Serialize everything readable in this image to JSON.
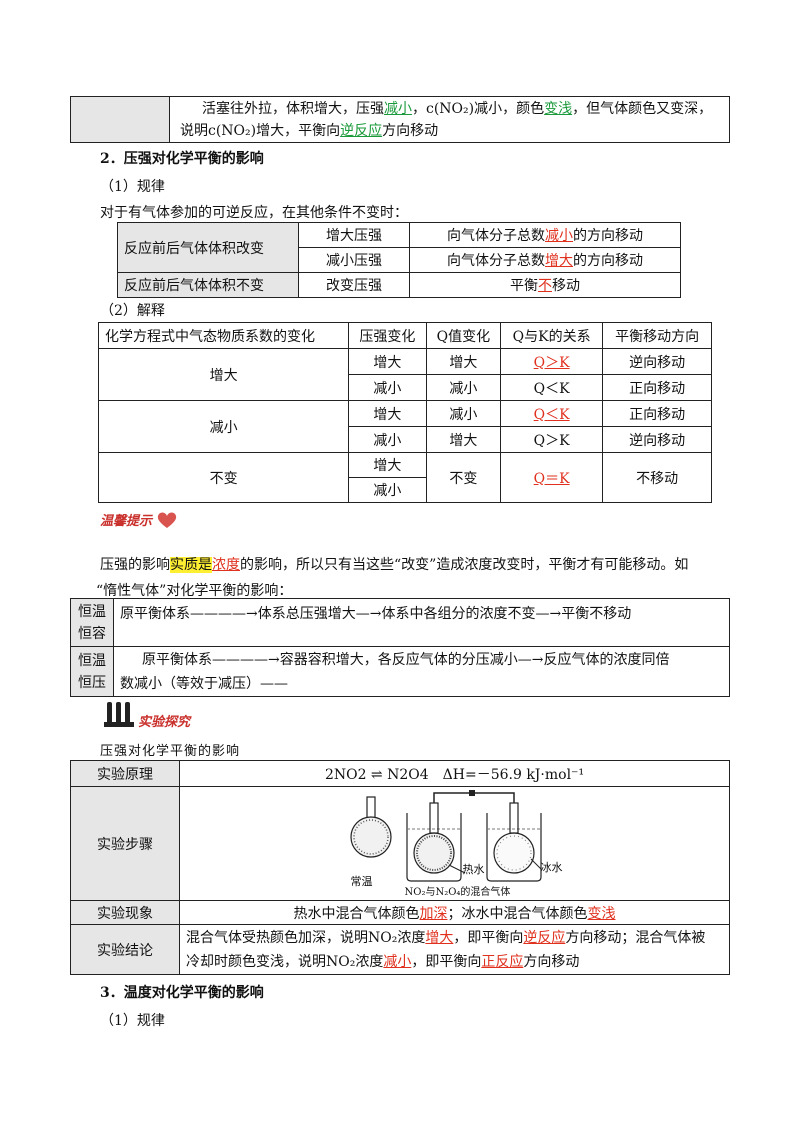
{
  "top_box": {
    "line1_a": "活塞往外拉，体积增大，压强",
    "line1_hl1": "减小",
    "line1_b": "，c(NO₂)减小，颜色",
    "line1_hl2": "变浅",
    "line1_c": "，但气体颜色又变深，",
    "line2_a": "说明c(NO₂)增大，平衡向",
    "line2_hl": "逆反应",
    "line2_b": "方向移动"
  },
  "section2": {
    "title": "2．压强对化学平衡的影响",
    "sub1": "（1）规律",
    "intro": "对于有气体参加的可逆反应，在其他条件不变时：",
    "rule_table": {
      "row1_label": "反应前后气体体积改变",
      "r1_cond": "增大压强",
      "r1_a": "向气体分子总数",
      "r1_hl": "减小",
      "r1_b": "的方向移动",
      "r2_cond": "减小压强",
      "r2_a": "向气体分子总数",
      "r2_hl": "增大",
      "r2_b": "的方向移动",
      "row3_label": "反应前后气体体积不变",
      "r3_cond": "改变压强",
      "r3_a": "平衡",
      "r3_hl": "不",
      "r3_b": "移动"
    },
    "sub2": "（2）解释",
    "explain_table": {
      "headers": [
        "化学方程式中气态物质系数的变化",
        "压强变化",
        "Q值变化",
        "Q与K的关系",
        "平衡移动方向"
      ],
      "groups": [
        {
          "label": "增大",
          "rows": [
            {
              "p": "增大",
              "q": "增大",
              "qk": "Q＞K",
              "qk_hl": true,
              "dir": "逆向移动"
            },
            {
              "p": "减小",
              "q": "减小",
              "qk": "Q＜K",
              "qk_hl": false,
              "dir": "正向移动"
            }
          ]
        },
        {
          "label": "减小",
          "rows": [
            {
              "p": "增大",
              "q": "减小",
              "qk": "Q＜K",
              "qk_hl": true,
              "dir": "正向移动"
            },
            {
              "p": "减小",
              "q": "增大",
              "qk": "Q＞K",
              "qk_hl": false,
              "dir": "逆向移动"
            }
          ]
        },
        {
          "label": "不变",
          "p1": "增大",
          "p2": "减小",
          "q": "不变",
          "qk": "Q＝K",
          "dir": "不移动"
        }
      ]
    }
  },
  "tip": {
    "badge": "温馨提示",
    "p_a": "压强的影响",
    "p_yel": "实质是",
    "p_hl": "浓度",
    "p_b": "的影响，所以只有当这些“改变”造成浓度改变时，平衡才有可能移动。如",
    "p_c": "“惰性气体”对化学平衡的影响：",
    "inert_table": {
      "r1_label_a": "恒温",
      "r1_label_b": "恒容",
      "r1_text": "原平衡体系————→体系总压强增大—→体系中各组分的浓度不变—→平衡不移动",
      "r2_label_a": "恒温",
      "r2_label_b": "恒压",
      "r2_text_a": "原平衡体系————→容器容积增大，各反应气体的分压减小—→反应气体的浓度同倍",
      "r2_text_b": "数减小（等效于减压）——"
    }
  },
  "experiment": {
    "badge": "实验探究",
    "title": "压强对化学平衡的影响",
    "principle_label": "实验原理",
    "principle": "2NO2 ⇌ N2O4　ΔH=－56.9 kJ·mol⁻¹",
    "steps_label": "实验步骤",
    "fig_changwen": "常温",
    "fig_reshui": "热水",
    "fig_bingshui": "冰水",
    "fig_mix": "NO₂与N₂O₄的混合气体",
    "phenom_label": "实验现象",
    "phenom_a": "热水中混合气体颜色",
    "phenom_hl1": "加深",
    "phenom_b": "；冰水中混合气体颜色",
    "phenom_hl2": "变浅",
    "concl_label": "实验结论",
    "concl_l1_a": "混合气体受热颜色加深，说明NO₂浓度",
    "concl_l1_hl1": "增大",
    "concl_l1_b": "，即平衡向",
    "concl_l1_hl2": "逆反应",
    "concl_l1_c": "方向移动；混合气体被",
    "concl_l2_a": "冷却时颜色变浅，说明NO₂浓度",
    "concl_l2_hl1": "减小",
    "concl_l2_b": "，即平衡向",
    "concl_l2_hl2": "正反应",
    "concl_l2_c": "方向移动"
  },
  "section3": {
    "title": "3．温度对化学平衡的影响",
    "sub1": "（1）规律"
  }
}
